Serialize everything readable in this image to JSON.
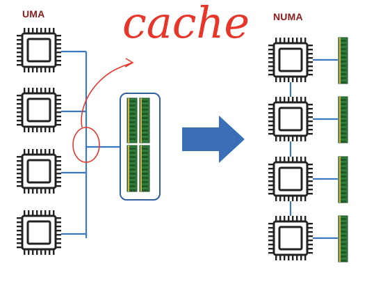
{
  "labels": {
    "uma": "UMA",
    "numa": "NUMA",
    "annotation": "cache"
  },
  "colors": {
    "title": "#8b1a1a",
    "bus": "#3a78c2",
    "arrow": "#3a6fb8",
    "chip_outline": "#222222",
    "ram_module": "#2f7d3a",
    "annotation": "#e8352a",
    "background": "#ffffff"
  },
  "icons": [
    "cpu-chip-icon",
    "ram-module-icon",
    "right-arrow-icon"
  ]
}
